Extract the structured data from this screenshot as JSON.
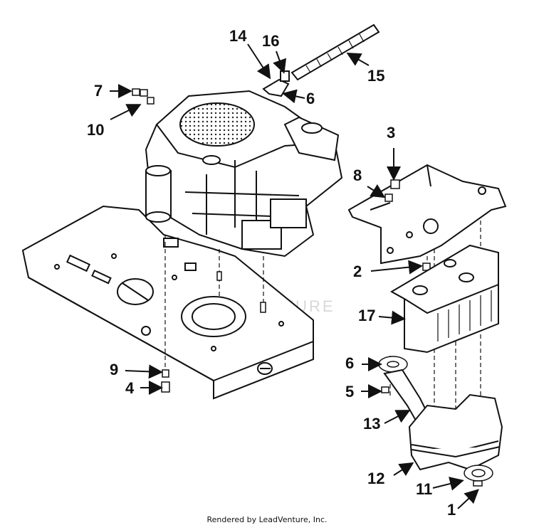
{
  "diagram": {
    "callouts": {
      "c1": "1",
      "c2": "2",
      "c3": "3",
      "c4": "4",
      "c5": "5",
      "c6a": "6",
      "c6b": "6",
      "c7": "7",
      "c8": "8",
      "c9": "9",
      "c10": "10",
      "c11": "11",
      "c12": "12",
      "c13": "13",
      "c14": "14",
      "c15": "15",
      "c16": "16",
      "c17": "17"
    },
    "watermark": "LEADVENTURE"
  },
  "footer": {
    "text": "Rendered by LeadVenture, Inc."
  }
}
